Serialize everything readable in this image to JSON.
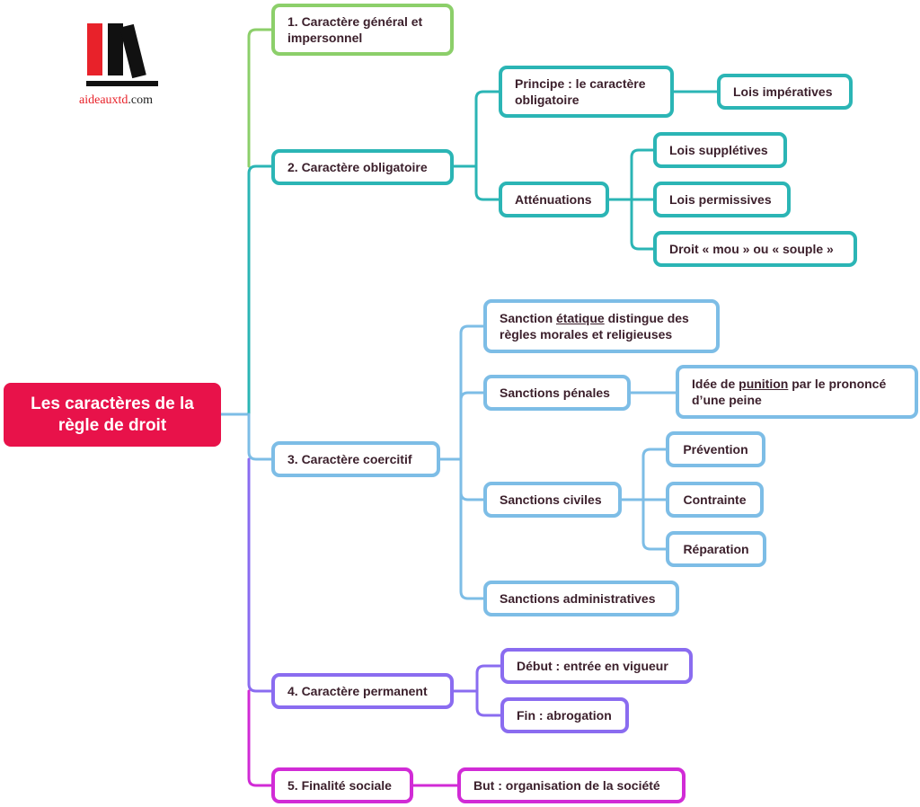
{
  "logo": {
    "text_red": "aideauxtd",
    "text_dark": ".com",
    "icon": "books-logo-icon"
  },
  "root": {
    "label": "Les caractères de la règle de droit",
    "color": "#e8124a"
  },
  "branches": {
    "b1": {
      "label": "1. Caractère général et impersonnel",
      "color": "#8ccf6a"
    },
    "b2": {
      "label": "2. Caractère obligatoire",
      "color": "#2bb5b5",
      "principe": "Principe : le caractère obligatoire",
      "lois_imperatives": "Lois impératives",
      "attenuations": "Atténuations",
      "lois_suppletives": "Lois supplétives",
      "lois_permissives": "Lois permissives",
      "droit_mou": "Droit « mou » ou « souple »"
    },
    "b3": {
      "label": "3. Caractère coercitif",
      "color": "#7dbde6",
      "sanction_etatique_pre": "Sanction ",
      "sanction_etatique_u": "étatique",
      "sanction_etatique_post": " distingue des règles morales et religieuses",
      "sanctions_penales": "Sanctions pénales",
      "idee_pre": "Idée de ",
      "idee_u": "punition",
      "idee_post": " par le prononcé d’une peine",
      "sanctions_civiles": "Sanctions civiles",
      "prevention": "Prévention",
      "contrainte": "Contrainte",
      "reparation": "Réparation",
      "sanctions_administratives": "Sanctions administratives"
    },
    "b4": {
      "label": "4. Caractère permanent",
      "color": "#8a6cf0",
      "debut": "Début : entrée en vigueur",
      "fin": "Fin : abrogation"
    },
    "b5": {
      "label": "5. Finalité sociale",
      "color": "#d12bd6",
      "but": "But : organisation de la société"
    }
  }
}
